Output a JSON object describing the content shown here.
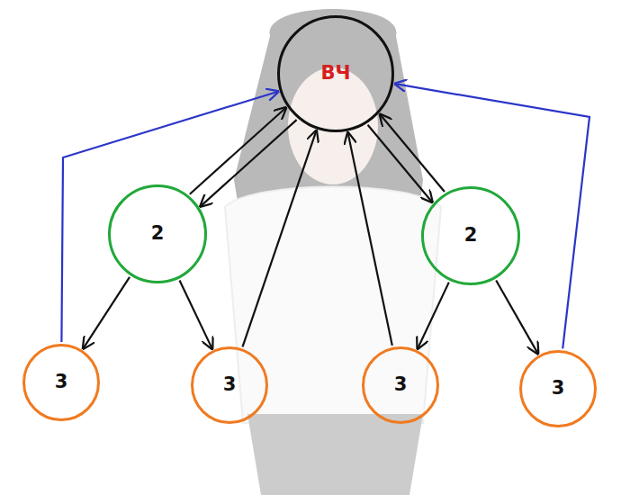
{
  "diagram": {
    "nodes": [
      {
        "text": [
          "ВЧ"
        ]
      },
      {
        "text": [
          "2"
        ]
      },
      {
        "text": [
          "2"
        ]
      },
      {
        "text": [
          "3"
        ]
      },
      {
        "text": [
          "3"
        ]
      },
      {
        "text": [
          "3"
        ]
      },
      {
        "text": [
          "3"
        ]
      }
    ],
    "edges": [
      {
        "from": 1,
        "to": 0,
        "arrow": "to"
      },
      {
        "from": 0,
        "to": 1,
        "arrow": "to"
      },
      {
        "from": 2,
        "to": 0,
        "arrow": "to"
      },
      {
        "from": 0,
        "to": 2,
        "arrow": "to"
      },
      {
        "from": 1,
        "to": 3,
        "arrow": "to"
      },
      {
        "from": 1,
        "to": 4,
        "arrow": "to"
      },
      {
        "from": 2,
        "to": 5,
        "arrow": "to"
      },
      {
        "from": 2,
        "to": 6,
        "arrow": "to"
      },
      {
        "from": 4,
        "to": 0,
        "arrow": "to"
      },
      {
        "from": 5,
        "to": 0,
        "arrow": "to"
      },
      {
        "from": 3,
        "to": 0,
        "arrow": "to"
      },
      {
        "from": 6,
        "to": 0,
        "arrow": "to"
      }
    ]
  }
}
